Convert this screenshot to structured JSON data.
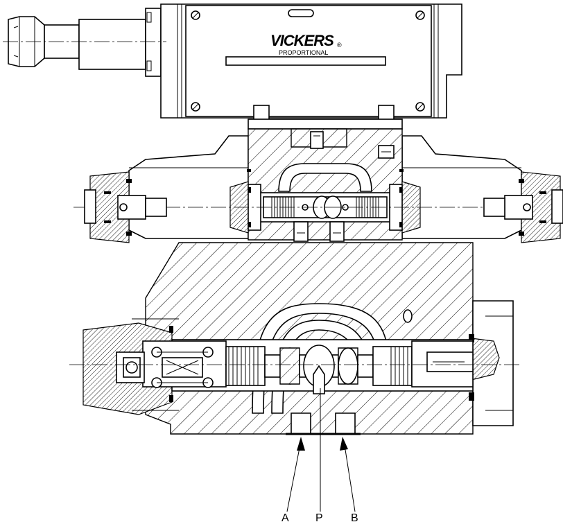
{
  "nameplate": {
    "brand": "VICKERS",
    "registered": "®",
    "subtitle": "PROPORTIONAL"
  },
  "ports": {
    "a": "A",
    "p": "P",
    "b": "B"
  },
  "colors": {
    "line": "#000000",
    "background": "#ffffff"
  }
}
